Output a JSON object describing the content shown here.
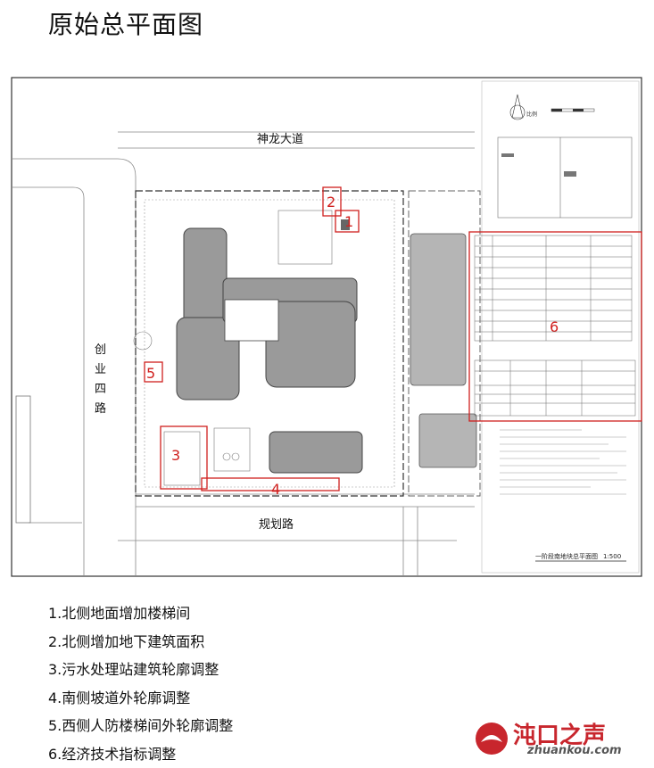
{
  "page": {
    "title": "原始总平面图"
  },
  "plan": {
    "road_north": "神龙大道",
    "road_south": "规划路",
    "road_west": [
      "创",
      "业",
      "四",
      "路"
    ],
    "drawing_title": "一阶段南地块总平面图",
    "drawing_scale": "1:500",
    "compass_label": "比例",
    "markers": [
      "1",
      "2",
      "3",
      "4",
      "5",
      "6"
    ]
  },
  "notes": [
    "1.北侧地面增加楼梯间",
    "2.北侧增加地下建筑面积",
    "3.污水处理站建筑轮廓调整",
    "4.南侧坡道外轮廓调整",
    "5.西侧人防楼梯间外轮廓调整",
    "6.经济技术指标调整"
  ],
  "watermark": {
    "name": "沌口之声",
    "url": "zhuankou.com"
  },
  "colors": {
    "marker_red": "#d0201e",
    "building_gray": "#9a9a9a",
    "logo_red": "#c8262d"
  }
}
